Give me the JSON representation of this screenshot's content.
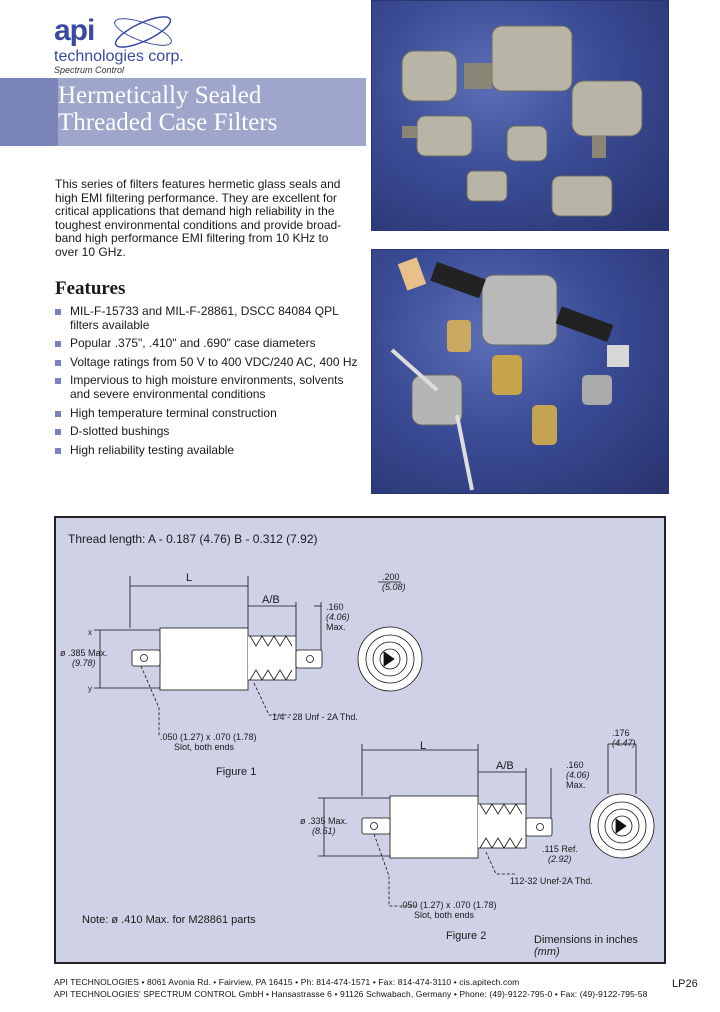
{
  "logo": {
    "brand": "api",
    "name": "technologies corp.",
    "sub": "Spectrum Control"
  },
  "title": {
    "line1": "Hermetically Sealed",
    "line2": "Threaded Case Filters"
  },
  "intro": "This series of filters features hermetic glass seals and high EMI filtering performance. They are excellent for critical applications that demand high reliability in the toughest environmental conditions and provide broad-band high performance EMI filtering from 10 KHz to over 10 GHz.",
  "features": {
    "heading": "Features",
    "items": [
      "MIL-F-15733 and MIL-F-28861, DSCC 84084 QPL filters available",
      "Popular .375\", .410\" and .690\" case diameters",
      "Voltage ratings from 50 V to 400 VDC/240 AC, 400 Hz",
      "Impervious to high moisture environments, solvents and severe environmental conditions",
      "High temperature terminal construction",
      "D-slotted bushings",
      "High reliability testing available"
    ]
  },
  "diagram": {
    "thread_length": "Thread length: A - 0.187 (4.76)   B - 0.312 (7.92)",
    "fig1": {
      "L": "L",
      "AB": "A/B",
      "dim160": ".160",
      "dim160mm": "(4.06)",
      "max": "Max.",
      "dia": "ø .385 Max.",
      "diamm": "(9.78)",
      "thread": "1/4 - 28 Unf - 2A Thd.",
      "slot": ".050 (1.27) x .070 (1.78)",
      "slot2": "Slot, both ends",
      "dim200": ".200",
      "dim200mm": "(5.08)",
      "caption": "Figure 1",
      "x": "x",
      "y": "y"
    },
    "fig2": {
      "L": "L",
      "AB": "A/B",
      "dim176": ".176",
      "dim176mm": "(4.47)",
      "dim160": ".160",
      "dim160mm": "(4.06)",
      "max": "Max.",
      "dia": "ø .335 Max.",
      "diamm": "(8.51)",
      "ref": ".115 Ref.",
      "refmm": "(2.92)",
      "thread": "112-32 Unef-2A Thd.",
      "slot": ".050 (1.27) x .070 (1.78)",
      "slot2": "Slot, both ends",
      "caption": "Figure 2"
    },
    "note": "Note:  ø .410 Max. for M28861 parts",
    "dims": "Dimensions in inches",
    "dims_unit": "(mm)"
  },
  "footer": {
    "line1": "API TECHNOLOGIES • 8061 Avonia Rd. • Fairview, PA 16415 • Ph: 814-474-1571 • Fax: 814-474-3110 • cis.apitech.com",
    "line2": "API TECHNOLOGIES' SPECTRUM CONTROL GmbH • Hansastrasse 6 • 91126 Schwabach, Germany • Phone: (49)-9122-795-0 • Fax: (49)-9122-795-58",
    "page": "LP26"
  },
  "colors": {
    "band": "#9ea6cc",
    "accent": "#7b84b8",
    "diagram_bg": "#cfd1e6",
    "photo_bg": "#3b4c96"
  }
}
